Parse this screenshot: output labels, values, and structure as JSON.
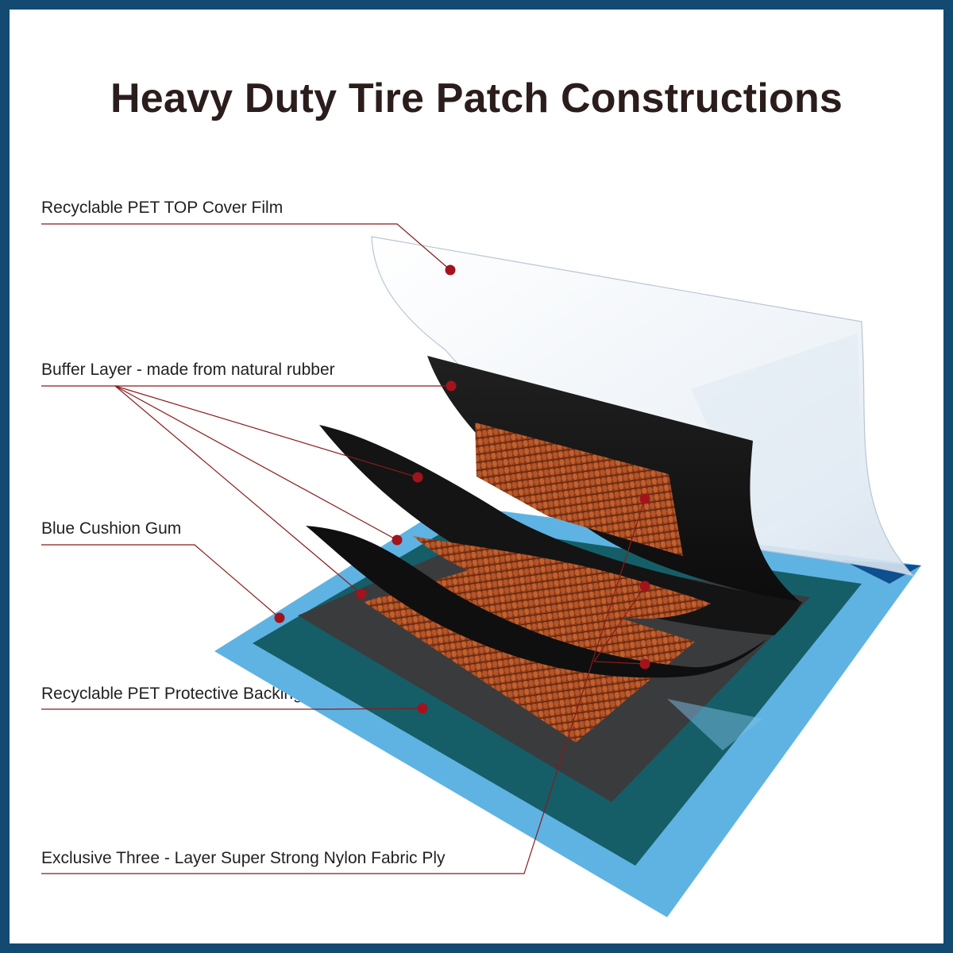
{
  "title": "Heavy Duty Tire Patch Constructions",
  "labels": [
    {
      "id": "top-film",
      "text": "Recyclable PET TOP Cover Film"
    },
    {
      "id": "buffer",
      "text": "Buffer Layer - made from natural rubber"
    },
    {
      "id": "cushion",
      "text": "Blue Cushion Gum"
    },
    {
      "id": "backing",
      "text": "Recyclable PET Protective Backing"
    },
    {
      "id": "fabric",
      "text": "Exclusive Three - Layer Super Strong Nylon Fabric Ply"
    }
  ],
  "colors": {
    "frame": "#134a72",
    "title": "#2a1d1c",
    "leader_line": "#8b1a1a",
    "marker": "#a3131c",
    "backing_blue": "#5fb3e2",
    "cushion_teal": "#155e68",
    "rubber_black": "#151515",
    "fabric_copper": "#a04a22"
  }
}
